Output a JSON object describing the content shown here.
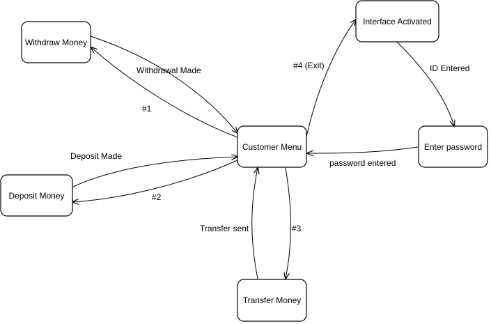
{
  "nodes": {
    "interface_activated": "Interface Activated",
    "withdraw_money": "Withdraw Money",
    "customer_menu": "Customer Menu",
    "enter_password": "Enter password",
    "deposit_money": "Deposit Money",
    "transfer_money": "Transfer Money"
  },
  "edges": {
    "withdrawal_made": "Withdrawal Made",
    "one": "#1",
    "exit": "#4 (Exit)",
    "id_entered": "ID Entered",
    "deposit_made": "Deposit Made",
    "two": "#2",
    "password_entered": "password entered",
    "transfer_sent": "Transfer sent",
    "three": "#3"
  }
}
